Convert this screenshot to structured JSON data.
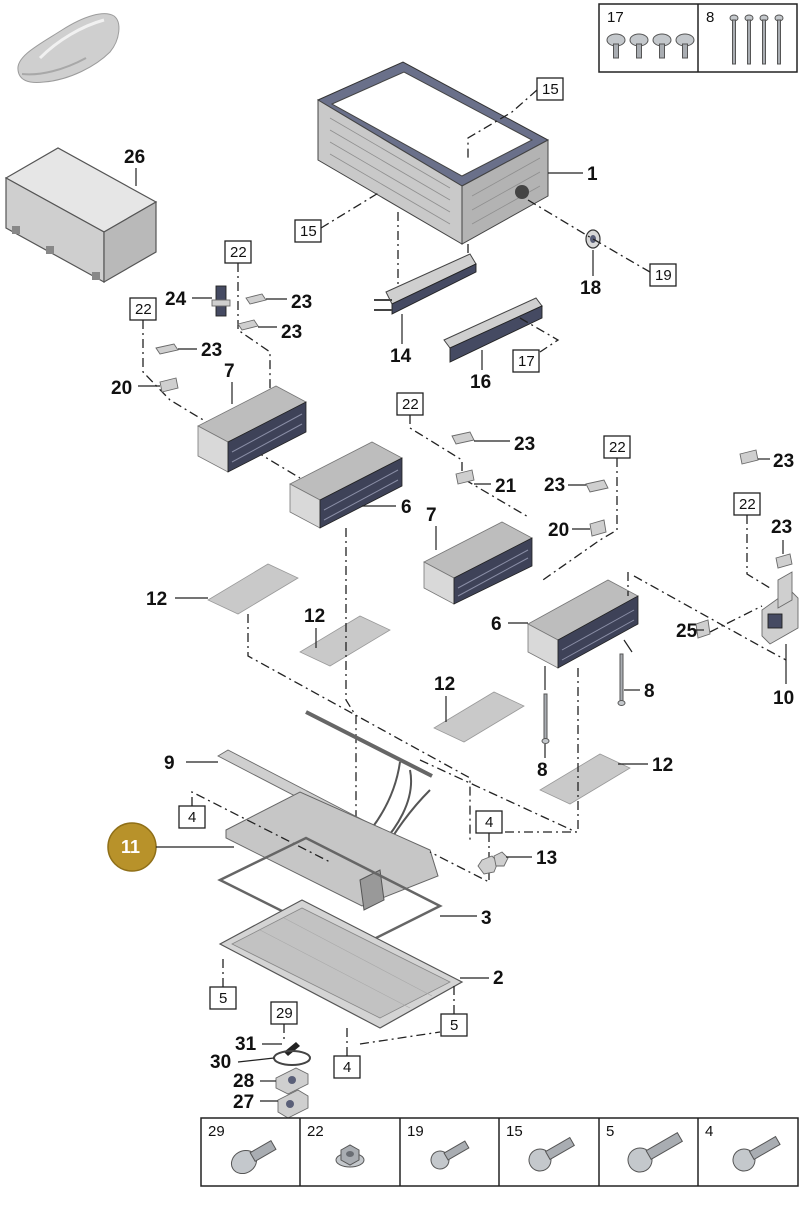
{
  "header_parts": [
    {
      "number": "17",
      "icon": "screw-short-icon"
    },
    {
      "number": "8",
      "icon": "bolt-long-icon"
    }
  ],
  "labels": {
    "p1": "1",
    "p2": "2",
    "p3": "3",
    "p6a": "6",
    "p6b": "6",
    "p7a": "7",
    "p7b": "7",
    "p8a": "8",
    "p8b": "8",
    "p9": "9",
    "p10": "10",
    "p11": "11",
    "p12a": "12",
    "p12b": "12",
    "p12c": "12",
    "p12d": "12",
    "p13": "13",
    "p14": "14",
    "p16": "16",
    "p18": "18",
    "p20a": "20",
    "p20b": "20",
    "p21": "21",
    "p23a": "23",
    "p23b": "23",
    "p23c": "23",
    "p23d": "23",
    "p23e": "23",
    "p23f": "23",
    "p23g": "23",
    "p24": "24",
    "p25": "25",
    "p26": "26",
    "p27": "27",
    "p28": "28",
    "p30": "30",
    "p31": "31"
  },
  "boxed_labels": {
    "b15a": "15",
    "b15b": "15",
    "b17": "17",
    "b19": "19",
    "b22a": "22",
    "b22b": "22",
    "b22c": "22",
    "b22d": "22",
    "b22e": "22",
    "b4a": "4",
    "b4b": "4",
    "b4c": "4",
    "b5a": "5",
    "b5b": "5",
    "b29": "29"
  },
  "fastener_table": [
    {
      "number": "29",
      "icon": "flange-screw-icon"
    },
    {
      "number": "22",
      "icon": "flange-nut-icon"
    },
    {
      "number": "19",
      "icon": "screw-icon"
    },
    {
      "number": "15",
      "icon": "screw-icon"
    },
    {
      "number": "5",
      "icon": "screw-icon"
    },
    {
      "number": "4",
      "icon": "screw-icon"
    }
  ],
  "colors": {
    "callout_fill": "#b8922a",
    "module_front": "#3e4258",
    "pad_fill": "#c9c9c9"
  }
}
